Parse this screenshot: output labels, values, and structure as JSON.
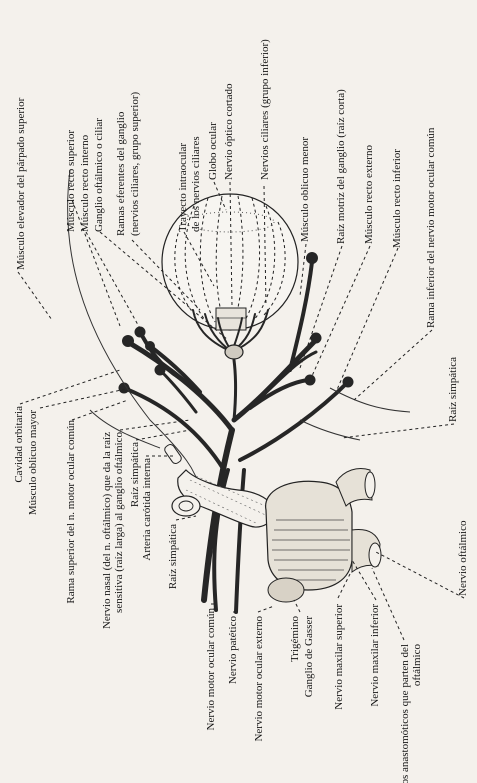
{
  "figure": {
    "labels": [
      "Músculo elevador del párpado superior",
      "Músculo recto superior",
      "Músculo recto interno",
      "Ganglio oftálmico o ciliar",
      "Ramas eferentes del ganglio",
      "(nervios ciliares, grupo superior)",
      "Trayecto intraocular",
      "de los nervios ciliares",
      "Globo ocular",
      "Nervio óptico cortado",
      "Nervios ciliares (grupo inferior)",
      "Músculo oblicuo menor",
      "Raíz motriz del ganglio (raíz corta)",
      "Músculo recto externo",
      "Músculo recto inferior",
      "Rama inferior del nervio motor ocular común",
      "Raíz simpática",
      "Nervio oftálmico",
      "Cavidad orbitaria",
      "Músculo oblicuo mayor",
      "Rama superior del n. motor ocular común",
      "Nervio nasal (del n. oftálmico) que da la raíz",
      "sensitiva (raíz larga) al ganglio oftálmico",
      "Raíz simpática",
      "Arteria carótida interna",
      "Raíz simpática",
      "Nervio motor ocular común",
      "Nervio patético",
      "Nervio motor ocular externo",
      "Trigémino",
      "Ganglio de Gasser",
      "Nervio maxilar superior",
      "Nervio maxilar inferior",
      "Nervios anastomóticos que parten del",
      "oftálmico"
    ]
  }
}
